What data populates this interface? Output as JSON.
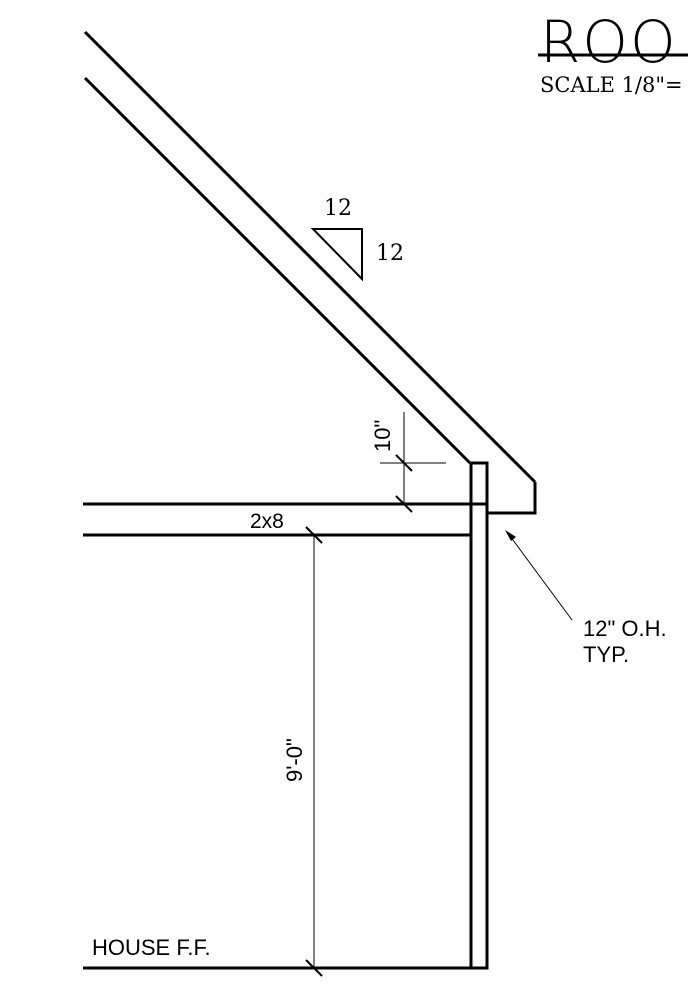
{
  "title": "ROO",
  "scale": "SCALE 1/8\"=",
  "pitch": {
    "run": "12",
    "rise": "12"
  },
  "dimensions": {
    "rafter_heel": "10\"",
    "joist": "2x8",
    "wall_height": "9'-0\""
  },
  "notes": {
    "overhang_line1": "12\" O.H.",
    "overhang_line2": "TYP."
  },
  "labels": {
    "floor": "HOUSE F.F."
  }
}
